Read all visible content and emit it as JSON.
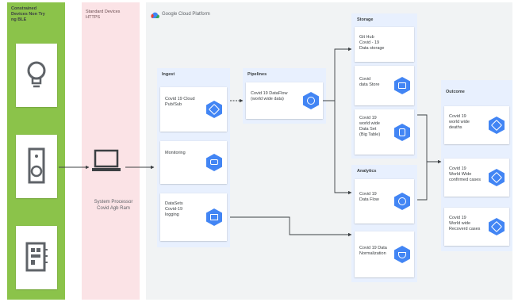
{
  "lanes": {
    "constrained": {
      "title_lines": [
        "Constrained",
        "Devices Non Try",
        "ng BLE"
      ]
    },
    "standard": {
      "title_lines": [
        "Standard Devices",
        "HTTPS"
      ]
    }
  },
  "gcp": {
    "logo_text": "Google Cloud Platform"
  },
  "processor": {
    "label_lines": [
      "System Processor",
      "Covid Agb Ram"
    ]
  },
  "ingest": {
    "title": "Ingest",
    "cards": [
      {
        "lines": [
          "Covid 19 Cloud",
          "Pub/Sub"
        ],
        "icon": "pubsub-icon"
      },
      {
        "lines": [
          "Monitoring"
        ],
        "icon": "monitoring-icon"
      },
      {
        "lines": [
          "DataSets",
          "Covid-19",
          "logging"
        ],
        "icon": "logging-icon"
      }
    ]
  },
  "pipelines": {
    "title": "Pipelines",
    "card": {
      "lines": [
        "Covid 19 DataFlow",
        "(world wide data)"
      ],
      "icon": "dataflow-icon"
    }
  },
  "storage": {
    "title": "Storage",
    "cards": [
      {
        "lines": [
          "Git Hub",
          "Covid - 19",
          "Data storage"
        ]
      },
      {
        "lines": [
          "Covid",
          "data Store"
        ],
        "icon": "datastore-icon"
      },
      {
        "lines": [
          "Covid 19",
          "world wide",
          "Data Set",
          "(Big Table)"
        ],
        "icon": "bigtable-icon"
      }
    ]
  },
  "analytics": {
    "title": "Analytics",
    "cards": [
      {
        "lines": [
          "Covid 19",
          "Data Flow"
        ],
        "icon": "dataflow-icon"
      },
      {
        "lines": [
          "Covid 19 Data",
          "Normalization"
        ],
        "icon": "datalab-icon"
      }
    ]
  },
  "outcome": {
    "title": "Outcome",
    "cards": [
      {
        "lines": [
          "Covid 19",
          "world wide",
          "deaths"
        ]
      },
      {
        "lines": [
          "Covid 19",
          "World Wide",
          "confirmed cases"
        ]
      },
      {
        "lines": [
          "Covid 19",
          "World wide",
          "Recoverd cases"
        ]
      }
    ]
  },
  "colors": {
    "constrained_lane": "#8bc34a",
    "standard_lane": "#fbe3e6",
    "gcp_area": "#f1f3f4",
    "card_icon": "#4285f4"
  }
}
